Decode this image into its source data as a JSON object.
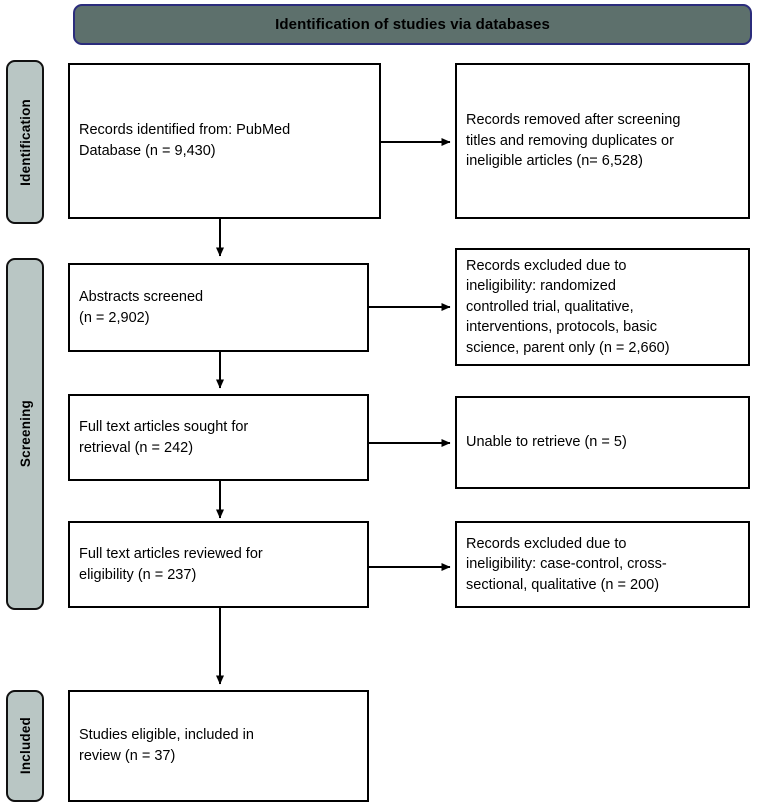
{
  "banner": {
    "title": "Identification of studies via databases"
  },
  "stages": [
    {
      "id": "identification",
      "label": "Identification"
    },
    {
      "id": "screening",
      "label": "Screening"
    },
    {
      "id": "included",
      "label": "Included"
    }
  ],
  "boxes": {
    "records_identified": {
      "text": "Records identified from: PubMed\nDatabase (n = 9,430)"
    },
    "records_removed": {
      "text": "Records removed after screening\ntitles and removing duplicates or\nineligible articles (n= 6,528)"
    },
    "abstracts_screened": {
      "text": "Abstracts screened\n(n = 2,902)"
    },
    "records_excluded_screening": {
      "text": "Records excluded due to\nineligibility: randomized\ncontrolled trial, qualitative,\ninterventions, protocols, basic\nscience, parent only (n = 2,660)"
    },
    "fulltext_sought": {
      "text": "Full text articles sought for\nretrieval (n = 242)"
    },
    "unable_retrieve": {
      "text": "Unable to retrieve (n = 5)"
    },
    "fulltext_reviewed": {
      "text": "Full text articles reviewed for\neligibility (n = 237)"
    },
    "records_excluded_eligibility": {
      "text": "Records excluded due to\nineligibility: case-control, cross-\nsectional, qualitative (n = 200)"
    },
    "studies_included": {
      "text": "Studies eligible, included in\nreview (n = 37)"
    }
  },
  "colors": {
    "banner_fill": "#5d706c",
    "banner_border": "#2b2c7c",
    "stage_tab_fill": "#b9c6c4",
    "stage_tab_border": "#111111",
    "box_border": "#000000",
    "box_fill": "#ffffff",
    "connector": "#000000",
    "text": "#000000"
  },
  "chart_data": {
    "type": "diagram",
    "title": "PRISMA flow diagram: Identification of studies via databases",
    "nodes": [
      {
        "id": "records_identified",
        "stage": "Identification",
        "label": "Records identified from: PubMed Database",
        "n": 9430
      },
      {
        "id": "records_removed",
        "stage": "Identification",
        "label": "Records removed after screening titles and removing duplicates or ineligible articles",
        "n": 6528
      },
      {
        "id": "abstracts_screened",
        "stage": "Screening",
        "label": "Abstracts screened",
        "n": 2902
      },
      {
        "id": "records_excluded_screening",
        "stage": "Screening",
        "label": "Records excluded due to ineligibility: randomized controlled trial, qualitative, interventions, protocols, basic science, parent only",
        "n": 2660
      },
      {
        "id": "fulltext_sought",
        "stage": "Screening",
        "label": "Full text articles sought for retrieval",
        "n": 242
      },
      {
        "id": "unable_retrieve",
        "stage": "Screening",
        "label": "Unable to retrieve",
        "n": 5
      },
      {
        "id": "fulltext_reviewed",
        "stage": "Screening",
        "label": "Full text articles reviewed for eligibility",
        "n": 237
      },
      {
        "id": "records_excluded_eligibility",
        "stage": "Screening",
        "label": "Records excluded due to ineligibility: case-control, cross-sectional, qualitative",
        "n": 200
      },
      {
        "id": "studies_included",
        "stage": "Included",
        "label": "Studies eligible, included in review",
        "n": 37
      }
    ],
    "edges": [
      {
        "from": "records_identified",
        "to": "records_removed",
        "direction": "right"
      },
      {
        "from": "records_identified",
        "to": "abstracts_screened",
        "direction": "down"
      },
      {
        "from": "abstracts_screened",
        "to": "records_excluded_screening",
        "direction": "right"
      },
      {
        "from": "abstracts_screened",
        "to": "fulltext_sought",
        "direction": "down"
      },
      {
        "from": "fulltext_sought",
        "to": "unable_retrieve",
        "direction": "right"
      },
      {
        "from": "fulltext_sought",
        "to": "fulltext_reviewed",
        "direction": "down"
      },
      {
        "from": "fulltext_reviewed",
        "to": "records_excluded_eligibility",
        "direction": "right"
      },
      {
        "from": "fulltext_reviewed",
        "to": "studies_included",
        "direction": "down"
      }
    ]
  }
}
